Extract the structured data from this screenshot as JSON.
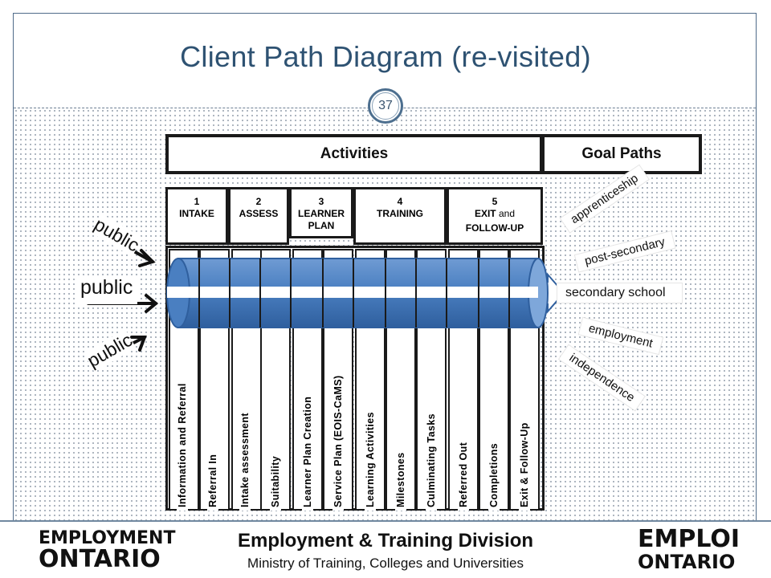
{
  "title": "Client Path Diagram (re-visited)",
  "page_number": "37",
  "headers": {
    "activities": "Activities",
    "goal_paths": "Goal Paths"
  },
  "stages": [
    {
      "number": "1",
      "name": "INTAKE"
    },
    {
      "number": "2",
      "name": "ASSESS"
    },
    {
      "number": "3",
      "name": "LEARNER",
      "name2": "PLAN"
    },
    {
      "number": "4",
      "name": "TRAINING"
    },
    {
      "number": "5",
      "name": "EXIT",
      "and": "and",
      "name2": "FOLLOW-UP"
    }
  ],
  "columns": [
    "Information and Referral",
    "Referral In",
    "Intake assessment",
    "Suitability",
    "Learner Plan Creation",
    "Service Plan (EOIS-CaMS)",
    "Learning Activities",
    "Milestones",
    "Culminating Tasks",
    "Referred Out",
    "Completions",
    "Exit & Follow-Up"
  ],
  "goal_paths": [
    "apprenticeship",
    "post-secondary",
    "secondary school",
    "employment",
    "independence"
  ],
  "inputs": [
    "public",
    "public",
    "public"
  ],
  "footer": {
    "left_logo_line1": "EMPLOYMENT",
    "left_logo_line2": "ONTARIO",
    "division_name": "Employment & Training Division",
    "ministry": "Ministry of Training, Colleges and Universities",
    "right_logo_line1": "EMPLOI",
    "right_logo_line2": "ONTARIO"
  },
  "colors": {
    "title": "#2e5272",
    "pipe": "#4a7fc1",
    "pipe_dark": "#2f5f9e",
    "frame": "#4f6b89"
  }
}
